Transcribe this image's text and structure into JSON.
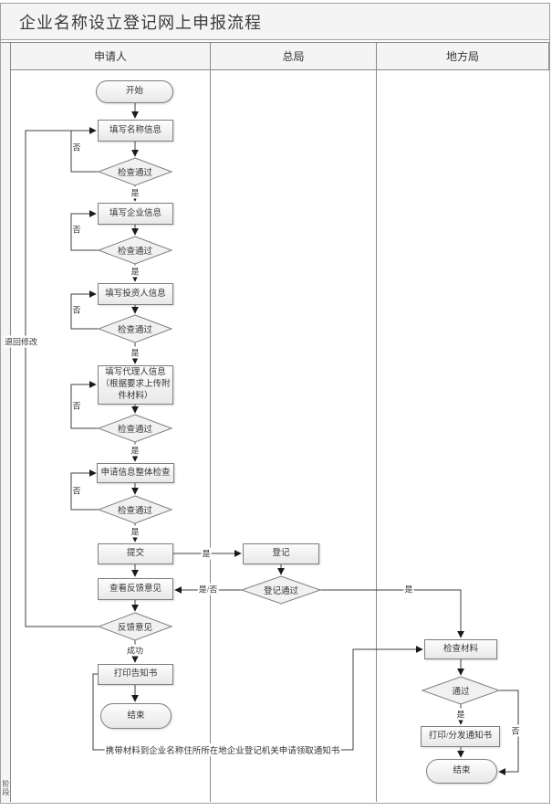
{
  "window": {
    "title": "企业名称设立登记网上申报流程"
  },
  "lanes": {
    "phase": "阶段",
    "headers": [
      "申请人",
      "总局",
      "地方局"
    ]
  },
  "nodes": {
    "start": "开始",
    "fill_name": "填写名称信息",
    "check_pass": "检查通过",
    "fill_company": "填写企业信息",
    "fill_investor": "填写投资人信息",
    "fill_agent": "填写代理人信息（根据要求上传附件材料）",
    "overall_check": "申请信息整体检查",
    "submit": "提交",
    "register": "登记",
    "register_pass": "登记通过",
    "view_feedback": "查看反馈意见",
    "feedback": "反馈意见",
    "print_notice": "打印告知书",
    "end_applicant": "结束",
    "check_materials": "检查材料",
    "pass": "通过",
    "print_distribute": "打印/分发通知书",
    "end_local": "结束"
  },
  "labels": {
    "yes": "是",
    "no": "否",
    "yes_no": "是/否",
    "success": "成功",
    "return_modify": "退回修改",
    "carry_materials": "携带材料到企业名称住所所在地企业登记机关申请领取通知书"
  },
  "colors": {
    "band_bg": "#f4f4f4",
    "frame_line": "#a0a0a0",
    "table_line": "#8a8a8a",
    "shape_border": "#7f7f7f",
    "shape_fill": "#e8e8e8",
    "connector": "#3f3f3f",
    "text": "#333333"
  }
}
